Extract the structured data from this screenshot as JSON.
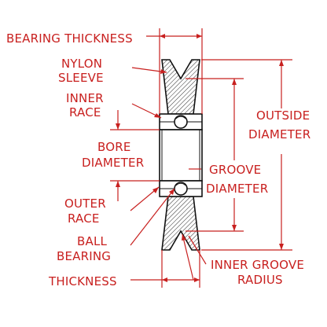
{
  "diagram": {
    "labels": {
      "bearing_thickness": "BEARING THICKNESS",
      "nylon": "NYLON",
      "sleeve": "SLEEVE",
      "inner": "INNER",
      "race_inner": "RACE",
      "bore": "BORE",
      "diameter_bore": "DIAMETER",
      "outer": "OUTER",
      "race_outer": "RACE",
      "ball": "BALL",
      "bearing": "BEARING",
      "thickness": "THICKNESS",
      "outside": "OUTSIDE",
      "diameter_outside": "DIAMETER",
      "groove": "GROOVE",
      "diameter_groove": "DIAMETER",
      "inner_groove": "INNER GROOVE",
      "radius": "RADIUS"
    },
    "colors": {
      "annotation": "#c8201f",
      "outline": "#111111"
    }
  }
}
